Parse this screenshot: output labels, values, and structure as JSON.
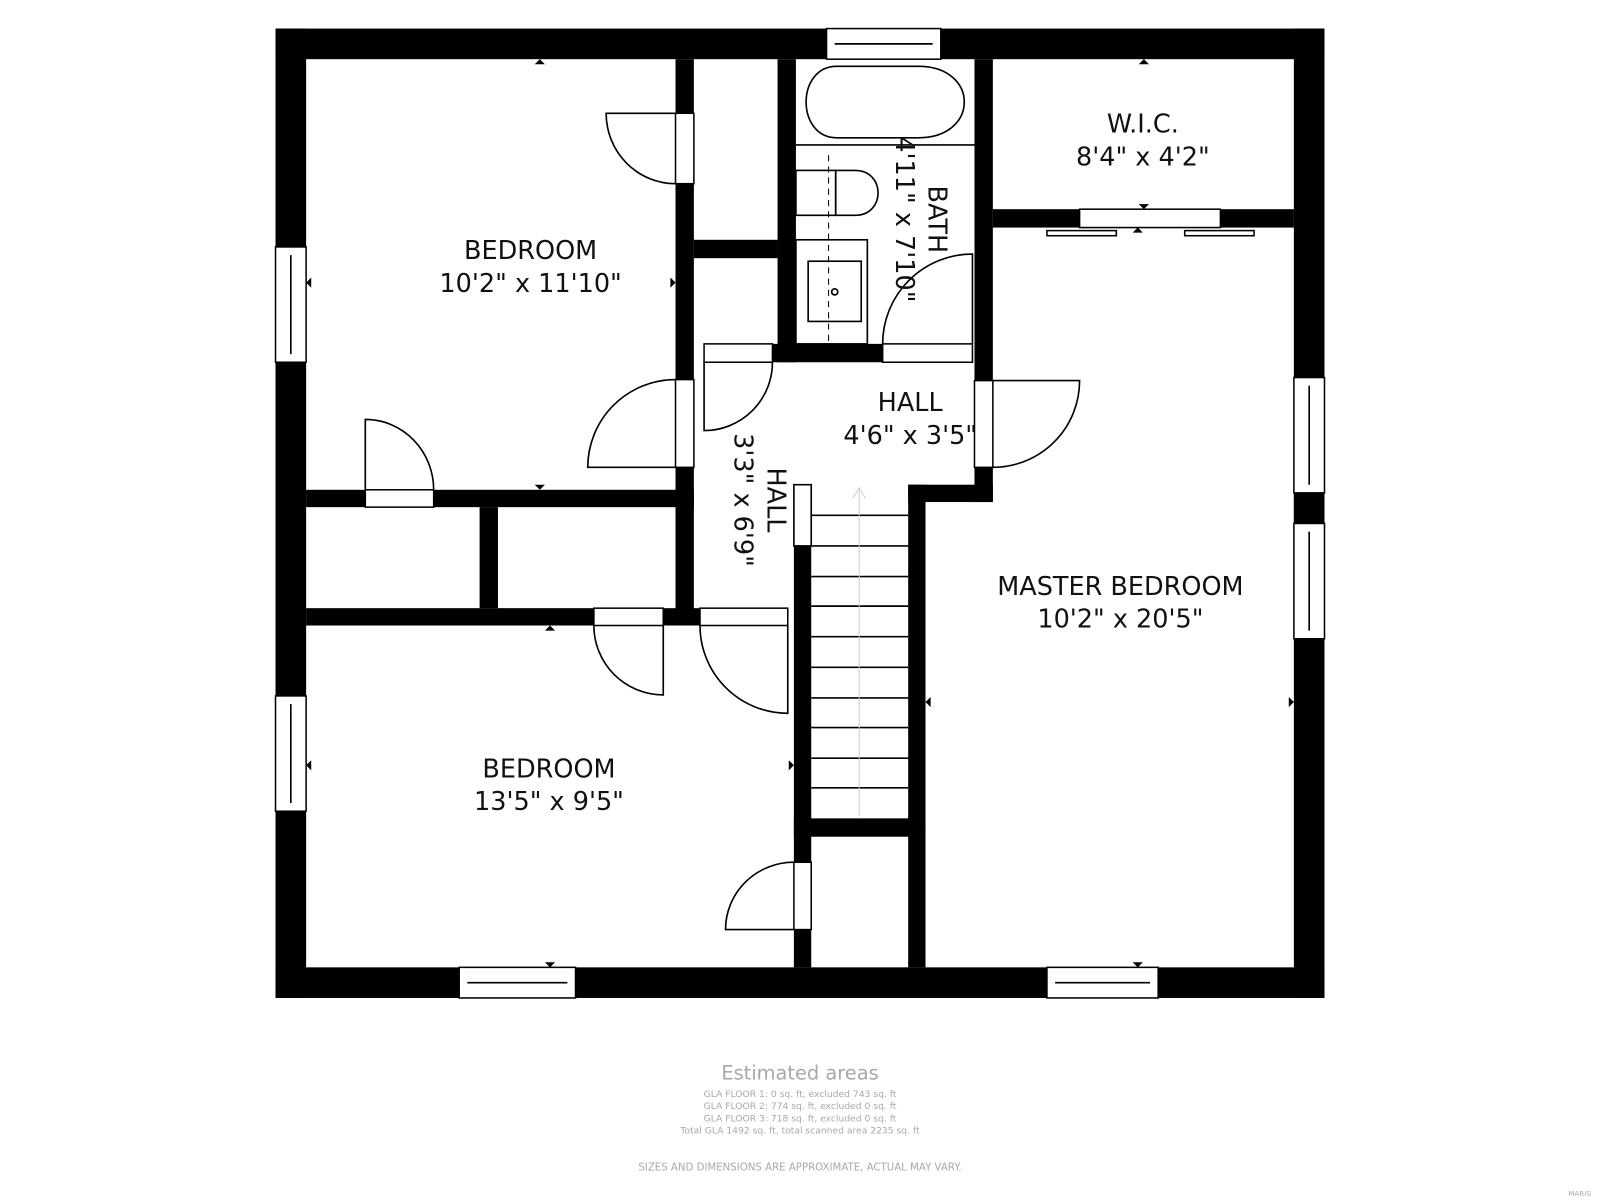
{
  "rooms": [
    {
      "name": "BEDROOM",
      "dims": "10'2\" x 11'10\""
    },
    {
      "name": "BEDROOM",
      "dims": "13'5\" x 9'5\""
    },
    {
      "name": "MASTER BEDROOM",
      "dims": "10'2\" x 20'5\""
    },
    {
      "name": "W.I.C.",
      "dims": "8'4\" x 4'2\""
    },
    {
      "name": "BATH",
      "dims": "4'11\" x 7'10\""
    },
    {
      "name": "HALL",
      "dims": "4'6\" x 3'5\""
    },
    {
      "name": "HALL",
      "dims": "3'3\" x 6'9\""
    }
  ],
  "footer": {
    "title": "Estimated areas",
    "lines": [
      "GLA FLOOR 1: 0 sq. ft, excluded 743 sq. ft",
      "GLA FLOOR 2: 774 sq. ft, excluded 0 sq. ft",
      "GLA FLOOR 3: 718 sq. ft, excluded 0 sq. ft",
      "Total GLA 1492 sq. ft, total scanned area 2235 sq. ft"
    ],
    "disclaimer": "SIZES AND DIMENSIONS ARE APPROXIMATE, ACTUAL MAY VARY.",
    "watermark": "MARIS"
  }
}
